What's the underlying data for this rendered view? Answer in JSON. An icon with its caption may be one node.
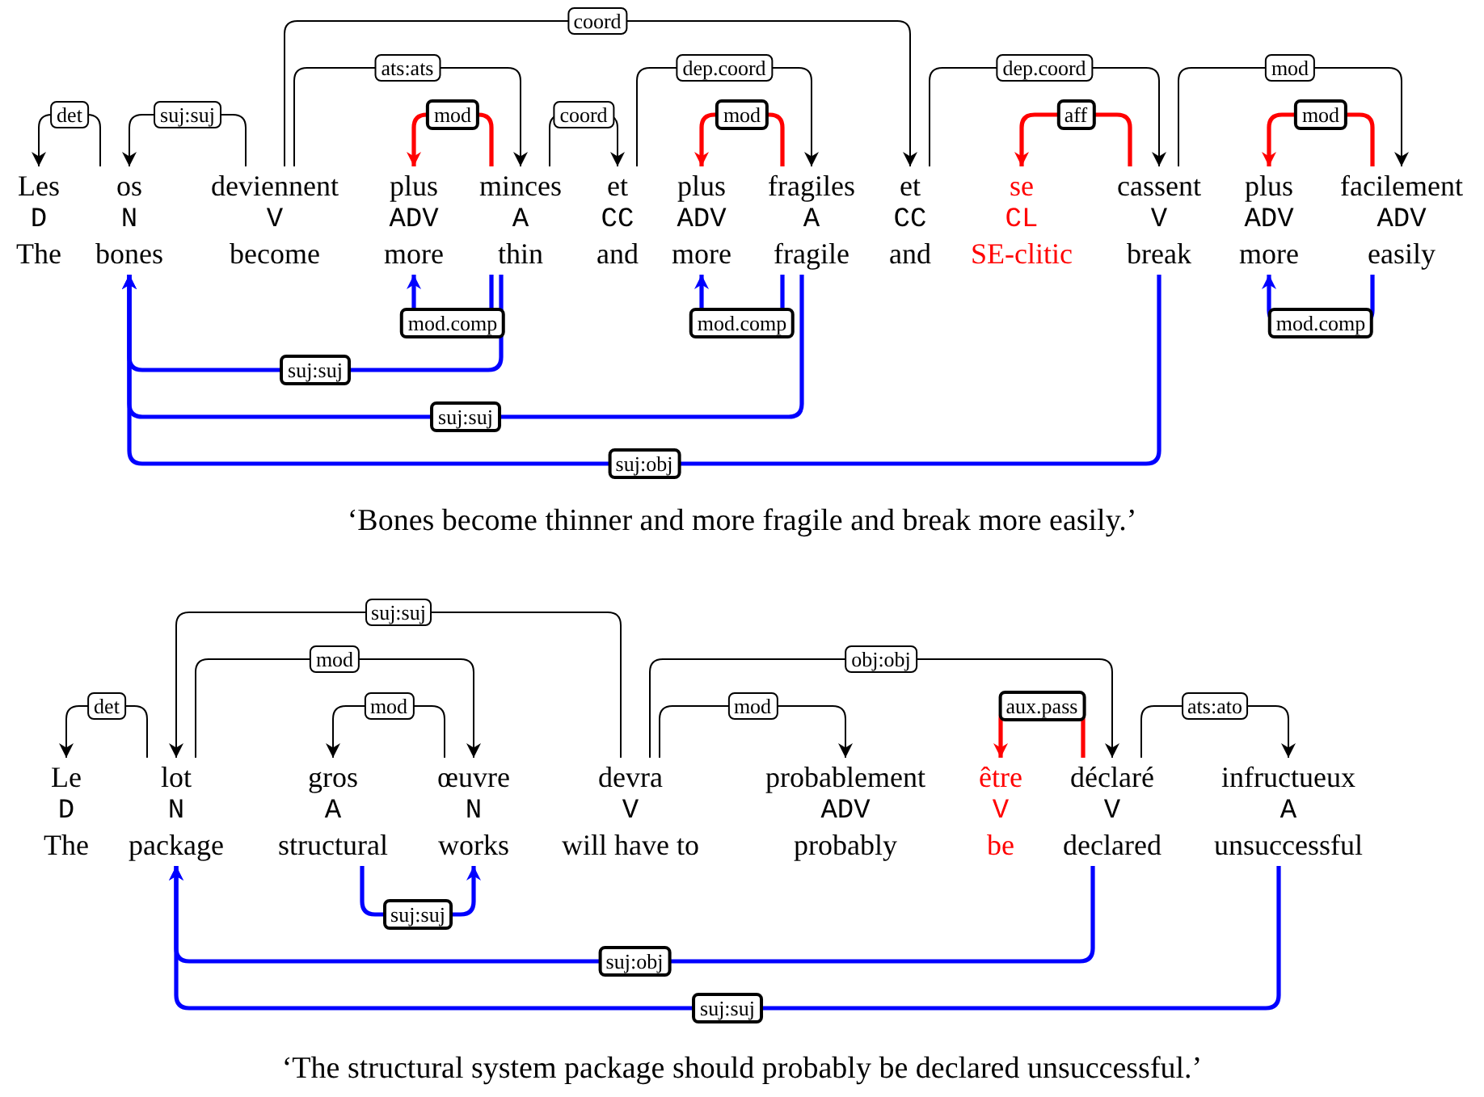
{
  "diagram": {
    "nodes": [
      {
        "text": [
          "Les",
          "D",
          "The"
        ]
      },
      {
        "text": [
          "os",
          "N",
          "bones"
        ]
      },
      {
        "text": [
          "deviennent",
          "V",
          "become"
        ]
      },
      {
        "text": [
          "plus",
          "ADV",
          "more"
        ]
      },
      {
        "text": [
          "minces",
          "A",
          "thin"
        ]
      },
      {
        "text": [
          "et",
          "CC",
          "and"
        ]
      },
      {
        "text": [
          "plus",
          "ADV",
          "more"
        ]
      },
      {
        "text": [
          "fragiles",
          "A",
          "fragile"
        ]
      },
      {
        "text": [
          "et",
          "CC",
          "and"
        ]
      },
      {
        "text": [
          "se",
          "CL",
          "SE-clitic"
        ]
      },
      {
        "text": [
          "cassent",
          "V",
          "break"
        ]
      },
      {
        "text": [
          "plus",
          "ADV",
          "more"
        ]
      },
      {
        "text": [
          "facilement",
          "ADV",
          "easily"
        ]
      },
      {
        "text": [
          "Le",
          "D",
          "The"
        ]
      },
      {
        "text": [
          "lot",
          "N",
          "package"
        ]
      },
      {
        "text": [
          "gros",
          "A",
          "structural"
        ]
      },
      {
        "text": [
          "œuvre",
          "N",
          "works"
        ]
      },
      {
        "text": [
          "devra",
          "V",
          "will have to"
        ]
      },
      {
        "text": [
          "probablement",
          "ADV",
          "probably"
        ]
      },
      {
        "text": [
          "être",
          "V",
          "be"
        ]
      },
      {
        "text": [
          "déclaré",
          "V",
          "declared"
        ]
      },
      {
        "text": [
          "infructueux",
          "A",
          "unsuccessful"
        ]
      }
    ],
    "edges": [
      {
        "from": 1,
        "to": 0,
        "arrow": "to",
        "label": "det"
      },
      {
        "from": 2,
        "to": 1,
        "arrow": "to",
        "label": "suj:suj"
      },
      {
        "from": 4,
        "to": 3,
        "arrow": "to",
        "label": "mod",
        "style": "thick",
        "color": "#ff0000"
      },
      {
        "from": 2,
        "to": 4,
        "arrow": "to",
        "label": "ats:ats"
      },
      {
        "from": 4,
        "to": 5,
        "arrow": "to",
        "label": "coord"
      },
      {
        "from": 2,
        "to": 8,
        "arrow": "to",
        "label": "coord"
      },
      {
        "from": 5,
        "to": 7,
        "arrow": "to",
        "label": "dep.coord"
      },
      {
        "from": 7,
        "to": 6,
        "arrow": "to",
        "label": "mod",
        "style": "thick",
        "color": "#ff0000"
      },
      {
        "from": 8,
        "to": 10,
        "arrow": "to",
        "label": "dep.coord"
      },
      {
        "from": 10,
        "to": 9,
        "arrow": "to",
        "label": "aff",
        "style": "thick",
        "color": "#ff0000"
      },
      {
        "from": 10,
        "to": 12,
        "arrow": "to",
        "label": "mod"
      },
      {
        "from": 12,
        "to": 11,
        "arrow": "to",
        "label": "mod",
        "style": "thick",
        "color": "#ff0000"
      },
      {
        "from": 4,
        "to": 3,
        "arrow": "to",
        "label": "mod.comp",
        "style": "thick",
        "color": "#0000ff"
      },
      {
        "from": 4,
        "to": 1,
        "arrow": "to",
        "label": "suj:suj",
        "style": "thick",
        "color": "#0000ff"
      },
      {
        "from": 7,
        "to": 6,
        "arrow": "to",
        "label": "mod.comp",
        "style": "thick",
        "color": "#0000ff"
      },
      {
        "from": 7,
        "to": 1,
        "arrow": "to",
        "label": "suj:suj",
        "style": "thick",
        "color": "#0000ff"
      },
      {
        "from": 10,
        "to": 1,
        "arrow": "to",
        "label": "suj:obj",
        "style": "thick",
        "color": "#0000ff"
      },
      {
        "from": 12,
        "to": 11,
        "arrow": "to",
        "label": "mod.comp",
        "style": "thick",
        "color": "#0000ff"
      },
      {
        "from": 14,
        "to": 13,
        "arrow": "to",
        "label": "det"
      },
      {
        "from": 16,
        "to": 15,
        "arrow": "to",
        "label": "mod"
      },
      {
        "from": 14,
        "to": 16,
        "arrow": "to",
        "label": "mod"
      },
      {
        "from": 17,
        "to": 14,
        "arrow": "to",
        "label": "suj:suj"
      },
      {
        "from": 17,
        "to": 18,
        "arrow": "to",
        "label": "mod"
      },
      {
        "from": 17,
        "to": 20,
        "arrow": "to",
        "label": "obj:obj"
      },
      {
        "from": 20,
        "to": 19,
        "arrow": "to",
        "label": "aux.pass",
        "style": "thick",
        "color": "#ff0000"
      },
      {
        "from": 20,
        "to": 21,
        "arrow": "to",
        "label": "ats:ato"
      },
      {
        "from": 15,
        "to": 16,
        "arrow": "to",
        "label": "suj:suj",
        "style": "thick",
        "color": "#0000ff"
      },
      {
        "from": 20,
        "to": 14,
        "arrow": "to",
        "label": "suj:obj",
        "style": "thick",
        "color": "#0000ff"
      },
      {
        "from": 21,
        "to": 14,
        "arrow": "to",
        "label": "suj:suj",
        "style": "thick",
        "color": "#0000ff"
      }
    ],
    "labels": [
      "‘Bones become thinner and more fragile and break more easily.’",
      "‘The structural system package should probably be declared unsuccessful.’"
    ]
  }
}
